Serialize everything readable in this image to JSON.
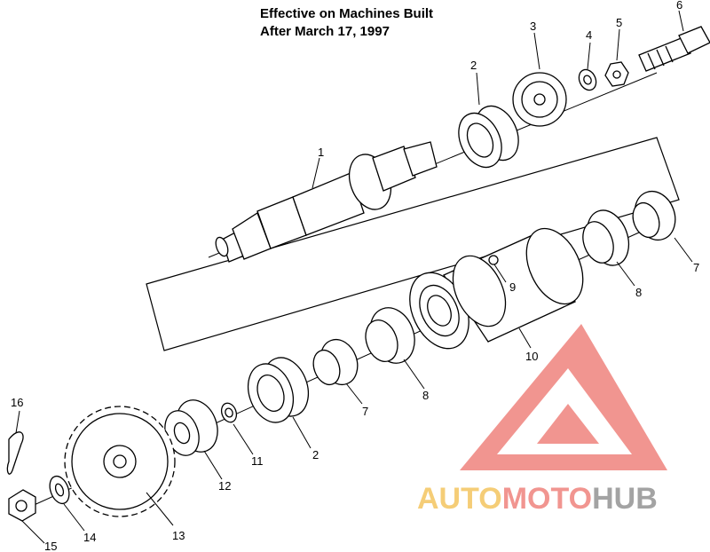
{
  "header": {
    "line1": "Effective on Machines Built",
    "line2": "After March 17, 1997"
  },
  "callouts": {
    "c1": "1",
    "c2a": "2",
    "c2b": "2",
    "c3": "3",
    "c4": "4",
    "c5": "5",
    "c6": "6",
    "c7a": "7",
    "c7b": "7",
    "c8a": "8",
    "c8b": "8",
    "c9": "9",
    "c10": "10",
    "c11": "11",
    "c12": "12",
    "c13": "13",
    "c14": "14",
    "c15": "15",
    "c16": "16"
  },
  "watermark": {
    "auto": "AUTO",
    "moto": "MOTO",
    "hub": "HUB",
    "color_red": "#f08a84",
    "color_yellow": "#f4c869",
    "color_gray": "#9a9a9a"
  }
}
